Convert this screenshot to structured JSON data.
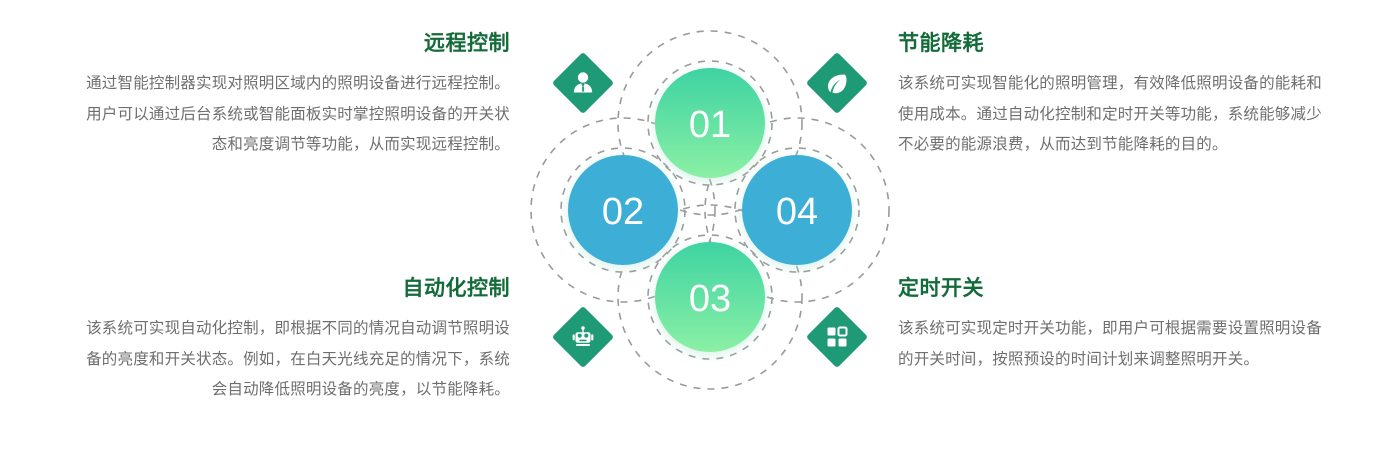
{
  "diagram": {
    "nodes": [
      {
        "number": "01",
        "position": "top",
        "color_start": "#3ed3a3",
        "color_end": "#86eda2",
        "style": "gradient"
      },
      {
        "number": "02",
        "position": "left",
        "color_start": "#3cafd6",
        "color_end": "#3cafd6",
        "style": "flat"
      },
      {
        "number": "03",
        "position": "bottom",
        "color_start": "#3ed3a3",
        "color_end": "#86eda2",
        "style": "gradient"
      },
      {
        "number": "04",
        "position": "right",
        "color_start": "#3cafd6",
        "color_end": "#3cafd6",
        "style": "flat"
      }
    ],
    "badges": [
      {
        "icon": "businessman-icon",
        "position": "top-left",
        "color": "#1f9a76"
      },
      {
        "icon": "leaf-icon",
        "position": "top-right",
        "color": "#1f9a76"
      },
      {
        "icon": "robot-icon",
        "position": "bottom-left",
        "color": "#1f9a76"
      },
      {
        "icon": "grid-dashboard-icon",
        "position": "bottom-right",
        "color": "#1f9a76"
      }
    ],
    "dash_color": "#9a9a9a"
  },
  "blocks": {
    "remote_control": {
      "heading": "远程控制",
      "body": "通过智能控制器实现对照明区域内的照明设备进行远程控制。用户可以通过后台系统或智能面板实时掌控照明设备的开关状态和亮度调节等功能，从而实现远程控制。"
    },
    "energy_saving": {
      "heading": "节能降耗",
      "body": "该系统可实现智能化的照明管理，有效降低照明设备的能耗和使用成本。通过自动化控制和定时开关等功能，系统能够减少不必要的能源浪费，从而达到节能降耗的目的。"
    },
    "automation_control": {
      "heading": "自动化控制",
      "body": "该系统可实现自动化控制，即根据不同的情况自动调节照明设备的亮度和开关状态。例如，在白天光线充足的情况下，系统会自动降低照明设备的亮度，以节能降耗。"
    },
    "timer_switch": {
      "heading": "定时开关",
      "body": "该系统可实现定时开关功能，即用户可根据需要设置照明设备的开关时间，按照预设的时间计划来调整照明开关。"
    }
  },
  "theme": {
    "heading_green": "#146b3a",
    "body_gray": "#6e6e6e",
    "badge_green": "#1f9a76",
    "blue": "#3cafd6",
    "green_gradient_top": "#3ed3a3",
    "green_gradient_bottom": "#86eda2",
    "background": "#ffffff"
  }
}
